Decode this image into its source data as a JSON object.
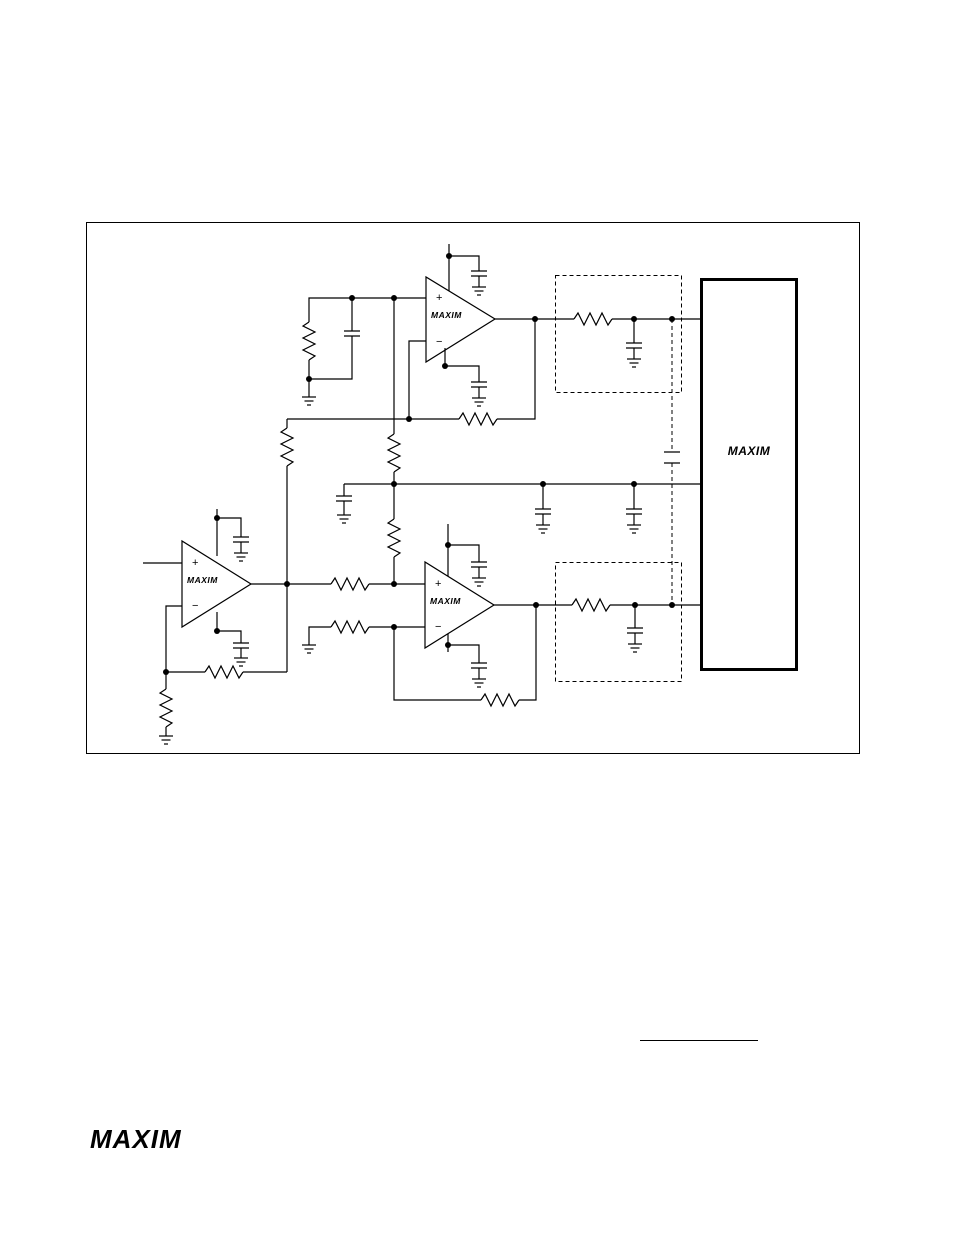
{
  "diagram": {
    "opamps": [
      {
        "brand": "MAXIM",
        "plus": "+",
        "minus": "−"
      },
      {
        "brand": "MAXIM",
        "plus": "+",
        "minus": "−"
      },
      {
        "brand": "MAXIM",
        "plus": "+",
        "minus": "−"
      }
    ],
    "adc_brand": "MAXIM"
  },
  "footer": {
    "logo": "MAXIM"
  }
}
